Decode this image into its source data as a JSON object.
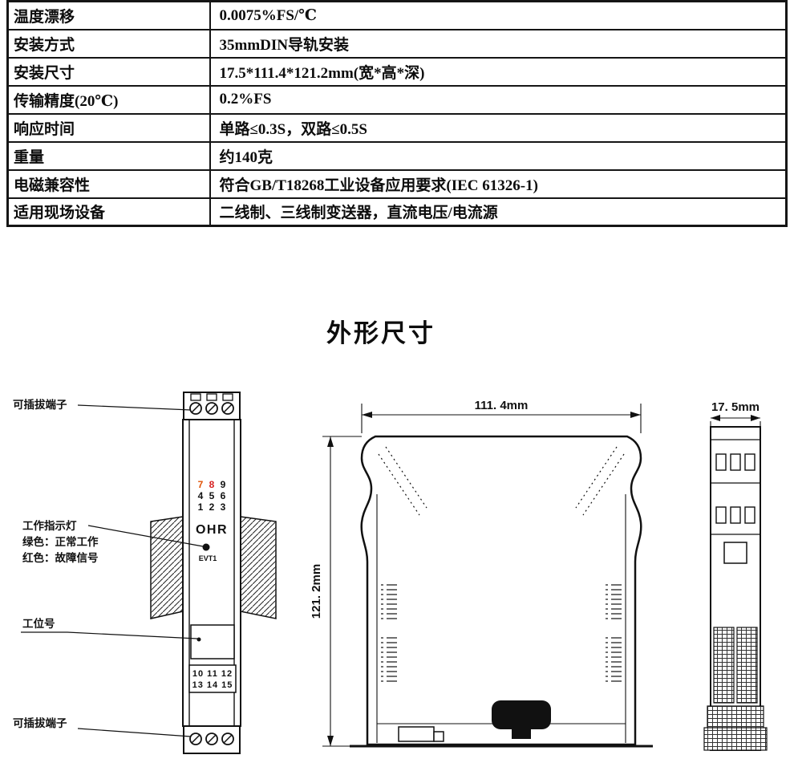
{
  "colors": {
    "digit_red_7": "#e05206",
    "digit_red_8": "#d61f1f",
    "line": "#111111"
  },
  "spec_table": {
    "rows": [
      {
        "label": "温度漂移",
        "value": "0.0075%FS/℃"
      },
      {
        "label": "安装方式",
        "value": "35mmDIN导轨安装"
      },
      {
        "label": "安装尺寸",
        "value": "17.5*111.4*121.2mm(宽*高*深)"
      },
      {
        "label": "传输精度(20℃)",
        "value": "0.2%FS"
      },
      {
        "label": "响应时间",
        "value": "单路≤0.3S，双路≤0.5S"
      },
      {
        "label": "重量",
        "value": "约140克"
      },
      {
        "label": "电磁兼容性",
        "value": "符合GB/T18268工业设备应用要求(IEC 61326-1)"
      },
      {
        "label": "适用现场设备",
        "value": "二线制、三线制变送器，直流电压/电流源"
      }
    ]
  },
  "section_title": "外形尺寸",
  "front_view": {
    "callouts": {
      "top_terminal": "可插拔端子",
      "indicator_title": "工作指示灯",
      "indicator_green": "绿色：正常工作",
      "indicator_red": "红色：故障信号",
      "station_label": "工位号",
      "bottom_terminal": "可插拔端子"
    },
    "brand": "OHR",
    "led_label": "EVT1",
    "top_grid": {
      "r1": [
        "7",
        "8",
        "9"
      ],
      "r2": [
        "4",
        "5",
        "6"
      ],
      "r3": [
        "1",
        "2",
        "3"
      ]
    },
    "bottom_grid": {
      "r1": "10 11 12",
      "r2": "13 14 15"
    }
  },
  "dims": {
    "width": "111. 4mm",
    "height": "121. 2mm",
    "depth": "17. 5mm"
  }
}
